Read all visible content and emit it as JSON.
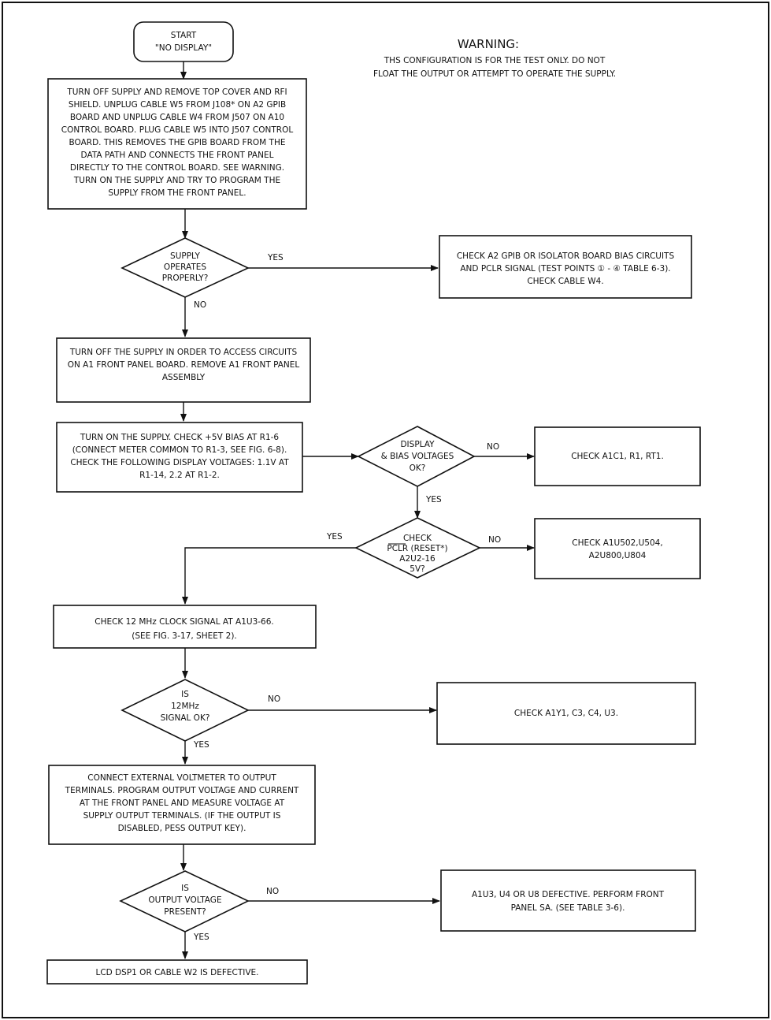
{
  "warning": {
    "title": "WARNING:",
    "lines": [
      "THS CONFIGURATION IS FOR THE TEST ONLY. DO NOT",
      "FLOAT THE OUTPUT OR ATTEMPT TO OPERATE THE SUPPLY."
    ]
  },
  "start": {
    "lines": [
      "START",
      "\"NO DISPLAY\""
    ]
  },
  "step1": {
    "lines": [
      "TURN OFF SUPPLY AND REMOVE TOP COVER AND RFI",
      "SHIELD. UNPLUG CABLE W5 FROM J108* ON A2 GPIB",
      "BOARD AND UNPLUG CABLE W4 FROM J507 ON A10",
      "CONTROL BOARD. PLUG CABLE W5 INTO J507 CONTROL",
      "BOARD. THIS REMOVES THE GPIB BOARD FROM THE",
      "DATA PATH AND CONNECTS THE FRONT PANEL",
      "DIRECTLY TO THE CONTROL BOARD. SEE WARNING.",
      "TURN ON THE SUPPLY AND TRY TO PROGRAM THE",
      "SUPPLY FROM THE FRONT PANEL."
    ]
  },
  "dec1": {
    "lines": [
      "SUPPLY",
      "OPERATES",
      "PROPERLY?"
    ],
    "yes": "YES",
    "no": "NO"
  },
  "res1": {
    "lines": [
      "CHECK A2 GPIB OR ISOLATOR BOARD BIAS CIRCUITS",
      "AND PCLR SIGNAL (TEST POINTS ① - ④  TABLE 6-3).",
      "CHECK CABLE W4."
    ]
  },
  "step2": {
    "lines": [
      "TURN OFF THE SUPPLY IN ORDER TO ACCESS CIRCUITS",
      "ON A1 FRONT PANEL BOARD. REMOVE A1 FRONT PANEL",
      "ASSEMBLY"
    ]
  },
  "step3": {
    "lines": [
      "TURN ON THE SUPPLY. CHECK +5V BIAS AT R1-6",
      "(CONNECT METER COMMON TO R1-3, SEE FIG. 6-8).",
      "CHECK THE FOLLOWING DISPLAY VOLTAGES: 1.1V AT",
      "R1-14, 2.2 AT R1-2."
    ]
  },
  "dec2": {
    "lines": [
      "DISPLAY",
      "& BIAS VOLTAGES",
      "OK?"
    ],
    "yes": "YES",
    "no": "NO"
  },
  "res2": {
    "lines": [
      "CHECK A1C1, R1, RT1."
    ]
  },
  "dec3": {
    "lines": [
      "CHECK",
      "PCLR (RESET*)",
      "A2U2-16",
      "5V?"
    ],
    "yes": "YES",
    "no": "NO"
  },
  "res3": {
    "lines": [
      "CHECK A1U502,U504,",
      "A2U800,U804"
    ]
  },
  "step4": {
    "lines": [
      "CHECK 12 MHz CLOCK SIGNAL AT A1U3-66.",
      "(SEE FIG. 3-17, SHEET 2)."
    ]
  },
  "dec4": {
    "lines": [
      "IS",
      "12MHz",
      "SIGNAL OK?"
    ],
    "yes": "YES",
    "no": "NO"
  },
  "res4": {
    "lines": [
      "CHECK A1Y1, C3, C4, U3."
    ]
  },
  "step5": {
    "lines": [
      "CONNECT EXTERNAL VOLTMETER TO OUTPUT",
      "TERMINALS. PROGRAM OUTPUT VOLTAGE AND CURRENT",
      "AT THE FRONT PANEL AND MEASURE VOLTAGE AT",
      "SUPPLY OUTPUT TERMINALS. (IF THE OUTPUT IS",
      "DISABLED, PESS OUTPUT KEY)."
    ]
  },
  "dec5": {
    "lines": [
      "IS",
      "OUTPUT VOLTAGE",
      "PRESENT?"
    ],
    "yes": "YES",
    "no": "NO"
  },
  "res5": {
    "lines": [
      "A1U3, U4 OR U8 DEFECTIVE. PERFORM FRONT",
      "PANEL SA. (SEE TABLE 3-6)."
    ]
  },
  "final": {
    "lines": [
      "LCD DSP1 OR CABLE W2 IS DEFECTIVE."
    ]
  }
}
